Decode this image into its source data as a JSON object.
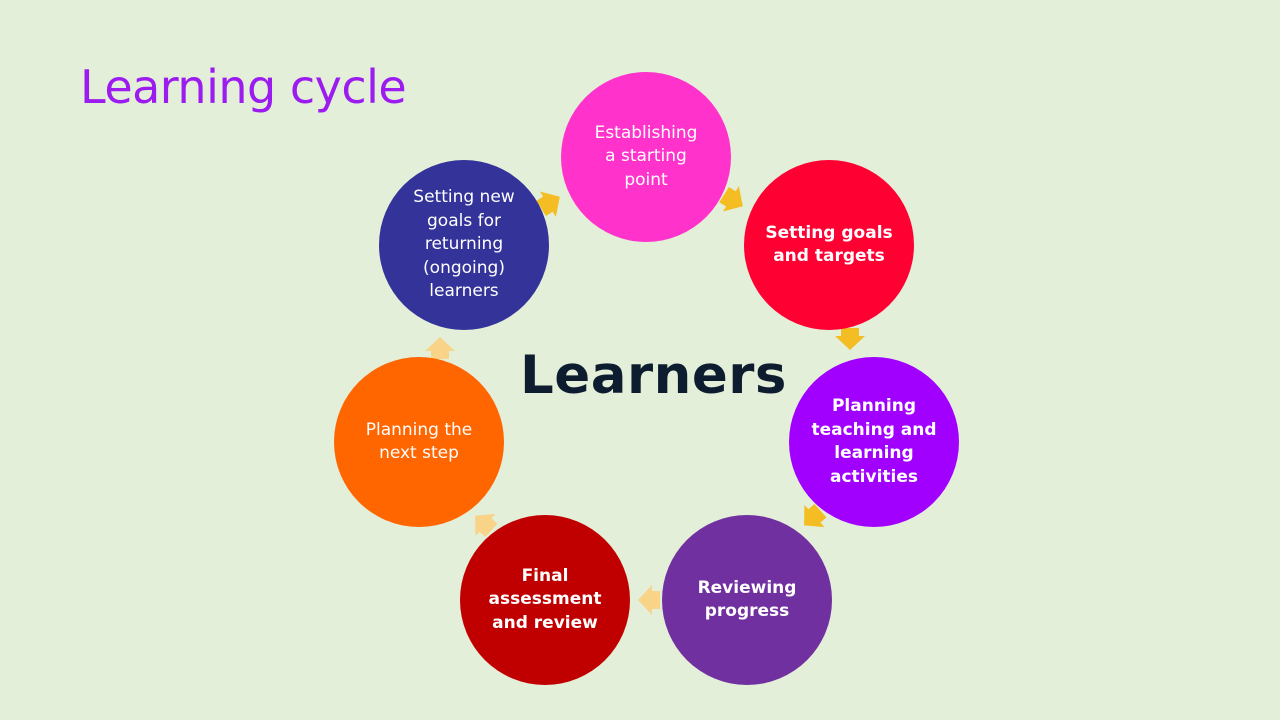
{
  "slide": {
    "title": "Learning cycle",
    "center_label": "Learners",
    "colors": {
      "background": "#e3efd9",
      "title": "#9c1cf0",
      "center_label": "#0e1c30",
      "arrow_strong": "#f4bd24",
      "arrow_light": "#f9d488"
    }
  },
  "nodes": [
    {
      "label": "Establishing\na starting\npoint",
      "color": "#ff33cc",
      "bold": false
    },
    {
      "label": "Setting goals\nand targets",
      "color": "#ff0033",
      "bold": true
    },
    {
      "label": "Planning\nteaching and\nlearning\nactivities",
      "color": "#a100ff",
      "bold": true
    },
    {
      "label": "Reviewing\nprogress",
      "color": "#7030a0",
      "bold": true
    },
    {
      "label": "Final\nassessment\nand review",
      "color": "#c00000",
      "bold": true
    },
    {
      "label": "Planning the\nnext step",
      "color": "#ff6600",
      "bold": false
    },
    {
      "label": "Setting new\ngoals for\nreturning\n(ongoing)\nlearners",
      "color": "#333399",
      "bold": false
    }
  ]
}
